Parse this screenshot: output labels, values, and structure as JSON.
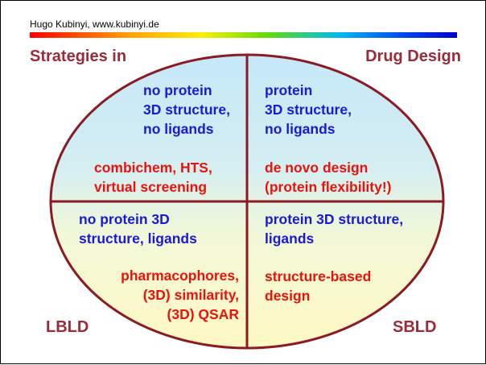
{
  "header": {
    "credit": "Hugo Kubinyi, www.kubinyi.de"
  },
  "title": {
    "left": "Strategies in",
    "right": "Drug Design"
  },
  "colors": {
    "title": "#992b3a",
    "blue_text": "#1a1ad6",
    "red_text": "#e8130d",
    "ellipse_outline": "#8b1a22",
    "ellipse_top": "#c5e8f8",
    "ellipse_bottom": "#fff8c4"
  },
  "quadrants": {
    "top_left": {
      "blue_lines": [
        "no protein",
        "3D structure,",
        "no ligands"
      ],
      "red_lines": [
        "combichem, HTS,",
        "virtual screening"
      ]
    },
    "top_right": {
      "blue_lines": [
        "protein",
        "3D structure,",
        "no ligands"
      ],
      "red_lines": [
        "de novo design",
        "(protein flexibility!)"
      ]
    },
    "bottom_left": {
      "blue_lines": [
        "no protein 3D",
        "structure, ligands"
      ],
      "red_lines": [
        "pharmacophores,",
        "(3D) similarity,",
        "(3D) QSAR"
      ]
    },
    "bottom_right": {
      "blue_lines": [
        "protein 3D structure,",
        "ligands"
      ],
      "red_lines": [
        "structure-based",
        "design"
      ]
    }
  },
  "corners": {
    "bottom_left": "LBLD",
    "bottom_right": "SBLD"
  }
}
